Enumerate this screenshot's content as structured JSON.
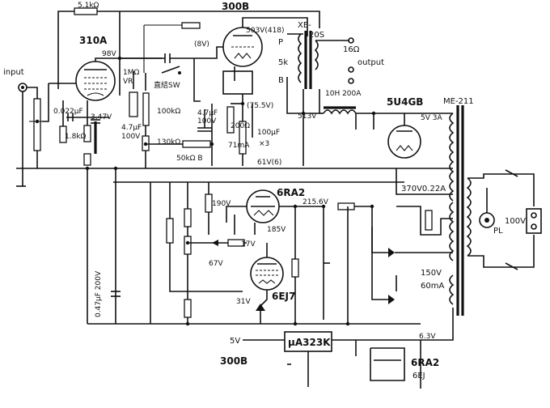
{
  "labels": {
    "r_top_5k1": "5.1kΩ",
    "tube_300b": "300B",
    "tube_310a": "310A",
    "v_98": "98V",
    "input": "input",
    "vr_1m": "1MΩ",
    "vr": "VR",
    "v_8": "(8V)",
    "v_503": "503V(418)",
    "xe_20s": "XE-",
    "xe_20s_b": "20S",
    "p": "P",
    "b": "B",
    "imp_5k": "5k",
    "out_16": "16Ω",
    "output": "output",
    "c_022": "0.022μF",
    "v_347": "3.47V",
    "r_18k": "1.8kΩ",
    "c_47a": "4.7μF",
    "c_47a_v": "100V",
    "sw_chokketsu": "直結SW",
    "r_100k": "100kΩ",
    "c_47b": "4.7μF",
    "c_47b_v": "100V",
    "v_755": "(75.5V)",
    "r_200": "200Ω",
    "r_130k": "130kΩ",
    "r_50kb": "50kΩ B",
    "i_71": "71mA",
    "c_100x3": "100μF",
    "x3": "×3",
    "v_61": "61V(6)",
    "choke": "10H 200A",
    "v_513": "513V",
    "tube_5u4gb": "5U4GB",
    "me211": "ME-211",
    "v5_3a": "5V 3A",
    "t_370": "370V0.22A",
    "tube_6ra2": "6RA2",
    "v_190": "190V",
    "v_2156": "215.6V",
    "v_185": "185V",
    "v_17": "17V",
    "v_67": "67V",
    "tube_6ej7": "6EJ7",
    "v_31": "31V",
    "c_047": "0.47μF 200V",
    "v_150": "150V",
    "i_60": "60mA",
    "ac_100": "100V",
    "pl": "PL",
    "v_5": "5V",
    "ic": "μA323K",
    "tube_300b_b": "300B",
    "v_63": "6.3V",
    "tube_6ra2_b": "6RA2",
    "tube_6ej_b": "6EJ"
  }
}
